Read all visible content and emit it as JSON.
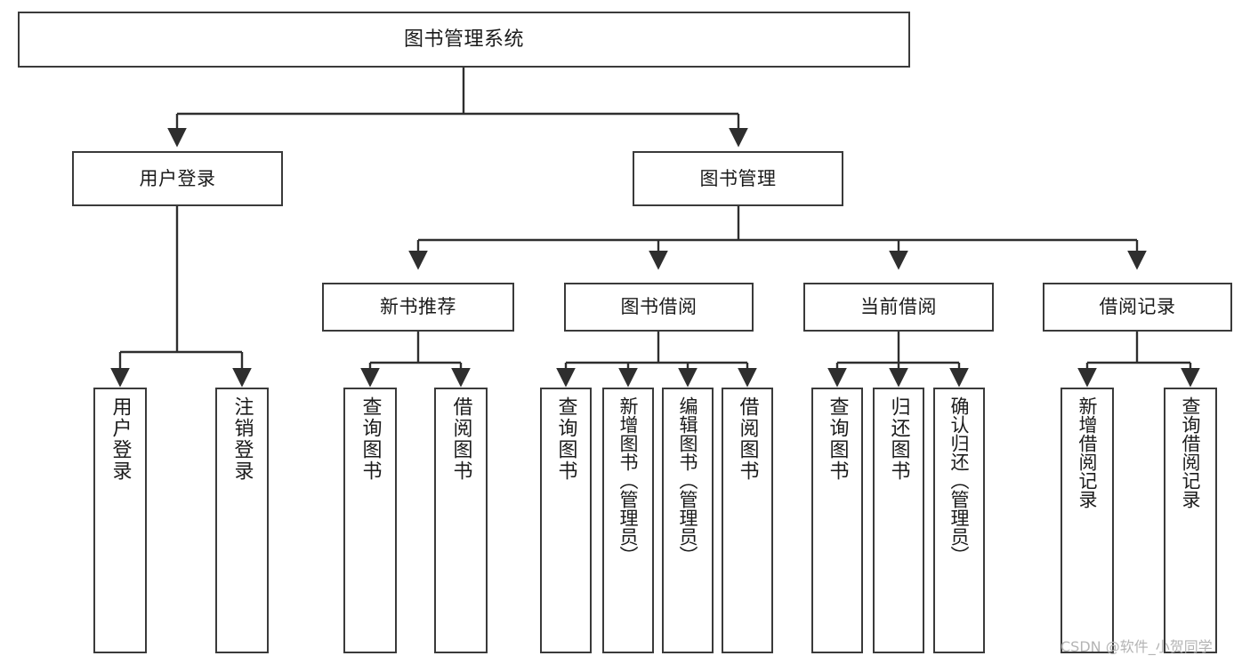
{
  "diagram": {
    "title": "图书管理系统",
    "type": "functional-structure-tree",
    "watermark": "CSDN @软件_小贺同学",
    "colors": {
      "background": "#ffffff",
      "box_border": "#3a3a3a",
      "connector": "#2e2e2e",
      "text": "#1b1b1b",
      "watermark": "#b4b4b4"
    },
    "levels": [
      {
        "level": 0,
        "nodes": [
          {
            "id": "root",
            "label": "图书管理系统"
          }
        ]
      },
      {
        "level": 1,
        "nodes": [
          {
            "id": "user-login",
            "label": "用户登录"
          },
          {
            "id": "book-manage",
            "label": "图书管理"
          }
        ]
      },
      {
        "level": 2,
        "nodes": [
          {
            "id": "new-book-rec",
            "label": "新书推荐"
          },
          {
            "id": "book-borrow",
            "label": "图书借阅"
          },
          {
            "id": "current-borrow",
            "label": "当前借阅"
          },
          {
            "id": "borrow-record",
            "label": "借阅记录"
          }
        ]
      },
      {
        "level": 3,
        "nodes": [
          {
            "id": "leaf-user-login",
            "label": "用户登录",
            "parent": "user-login"
          },
          {
            "id": "leaf-logout",
            "label": "注销登录",
            "parent": "user-login"
          },
          {
            "id": "leaf-query-book-1",
            "label": "查询图书",
            "parent": "new-book-rec"
          },
          {
            "id": "leaf-borrow-book-1",
            "label": "借阅图书",
            "parent": "new-book-rec"
          },
          {
            "id": "leaf-query-book-2",
            "label": "查询图书",
            "parent": "book-borrow"
          },
          {
            "id": "leaf-add-book",
            "label": "新增图书（管理员）",
            "parent": "book-borrow"
          },
          {
            "id": "leaf-edit-book",
            "label": "编辑图书（管理员）",
            "parent": "book-borrow"
          },
          {
            "id": "leaf-borrow-book-2",
            "label": "借阅图书",
            "parent": "book-borrow"
          },
          {
            "id": "leaf-query-book-3",
            "label": "查询图书",
            "parent": "current-borrow"
          },
          {
            "id": "leaf-return-book",
            "label": "归还图书",
            "parent": "current-borrow"
          },
          {
            "id": "leaf-confirm-return",
            "label": "确认归还（管理员）",
            "parent": "current-borrow"
          },
          {
            "id": "leaf-add-record",
            "label": "新增借阅记录",
            "parent": "borrow-record"
          },
          {
            "id": "leaf-query-record",
            "label": "查询借阅记录",
            "parent": "borrow-record"
          }
        ]
      }
    ]
  }
}
